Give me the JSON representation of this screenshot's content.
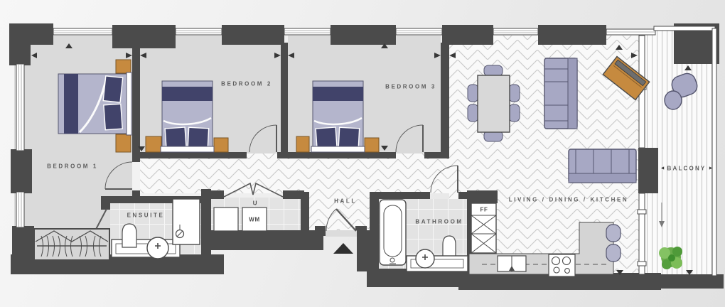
{
  "rooms": {
    "bedroom1": {
      "label": "BEDROOM 1"
    },
    "bedroom2": {
      "label": "BEDROOM 2"
    },
    "bedroom3": {
      "label": "BEDROOM 3"
    },
    "ensuite": {
      "label": "ENSUITE"
    },
    "hall": {
      "label": "HALL"
    },
    "bathroom": {
      "label": "BATHROOM"
    },
    "living": {
      "label": "LIVING / DINING / KITCHEN"
    },
    "balcony": {
      "label": "BALCONY"
    }
  },
  "markers": {
    "utility_cupboard": "U",
    "washing_machine": "WM",
    "fridge_freezer": "FF"
  },
  "icons": {
    "entrance_arrow": "▲",
    "balcony_arrow_left": "◄",
    "balcony_arrow_right": "►"
  },
  "colors": {
    "wall": "#4b4b4b",
    "bedroom_floor": "#dadada",
    "tile_floor": "#e3e3e3",
    "furniture_lavender": "#b4b5cc",
    "furniture_navy": "#41436a",
    "wood_orange": "#c68a3f",
    "counter_gray": "#d4d4d4",
    "label_text": "#5c5c5c",
    "plant_green": "#69aa4b"
  }
}
